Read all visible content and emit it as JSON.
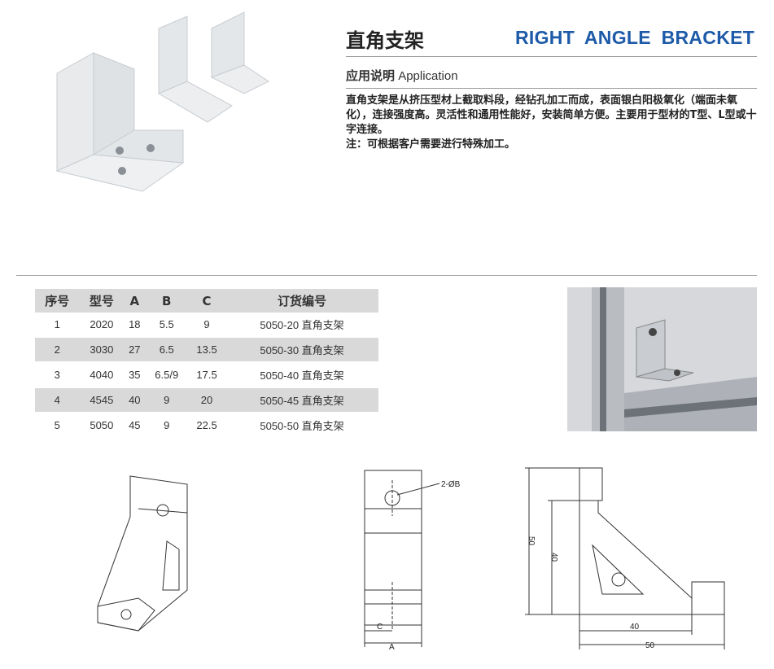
{
  "title_cn": "直角支架",
  "title_en": "RIGHT  ANGLE BRACKET",
  "application": {
    "label_cn": "应用说明",
    "label_en": "Application"
  },
  "description": [
    "直角支架是从挤压型材上截取料段，经钻孔加工而成，表面银白阳极氧化（端面未氧化），连接强度高。灵活性和通用性能好，安装简单方便。主要用于型材的T型、L型或十字连接。",
    "注：可根据客户需要进行特殊加工。"
  ],
  "table": {
    "headers": [
      "序号",
      "型号",
      "A",
      "B",
      "C",
      "订货编号"
    ],
    "rows": [
      [
        "1",
        "2020",
        "18",
        "5.5",
        "9",
        "5050-20 直角支架"
      ],
      [
        "2",
        "3030",
        "27",
        "6.5",
        "13.5",
        "5050-30 直角支架"
      ],
      [
        "3",
        "4040",
        "35",
        "6.5/9",
        "17.5",
        "5050-40 直角支架"
      ],
      [
        "4",
        "4545",
        "40",
        "9",
        "20",
        "5050-45 直角支架"
      ],
      [
        "5",
        "5050",
        "45",
        "9",
        "22.5",
        "5050-50 直角支架"
      ]
    ]
  },
  "drawings": {
    "hole_label": "2-ØB",
    "c_label": "C",
    "a_label": "A",
    "dim_50_v": "50",
    "dim_40_v": "40",
    "dim_40_h": "40",
    "dim_50_h": "50"
  }
}
